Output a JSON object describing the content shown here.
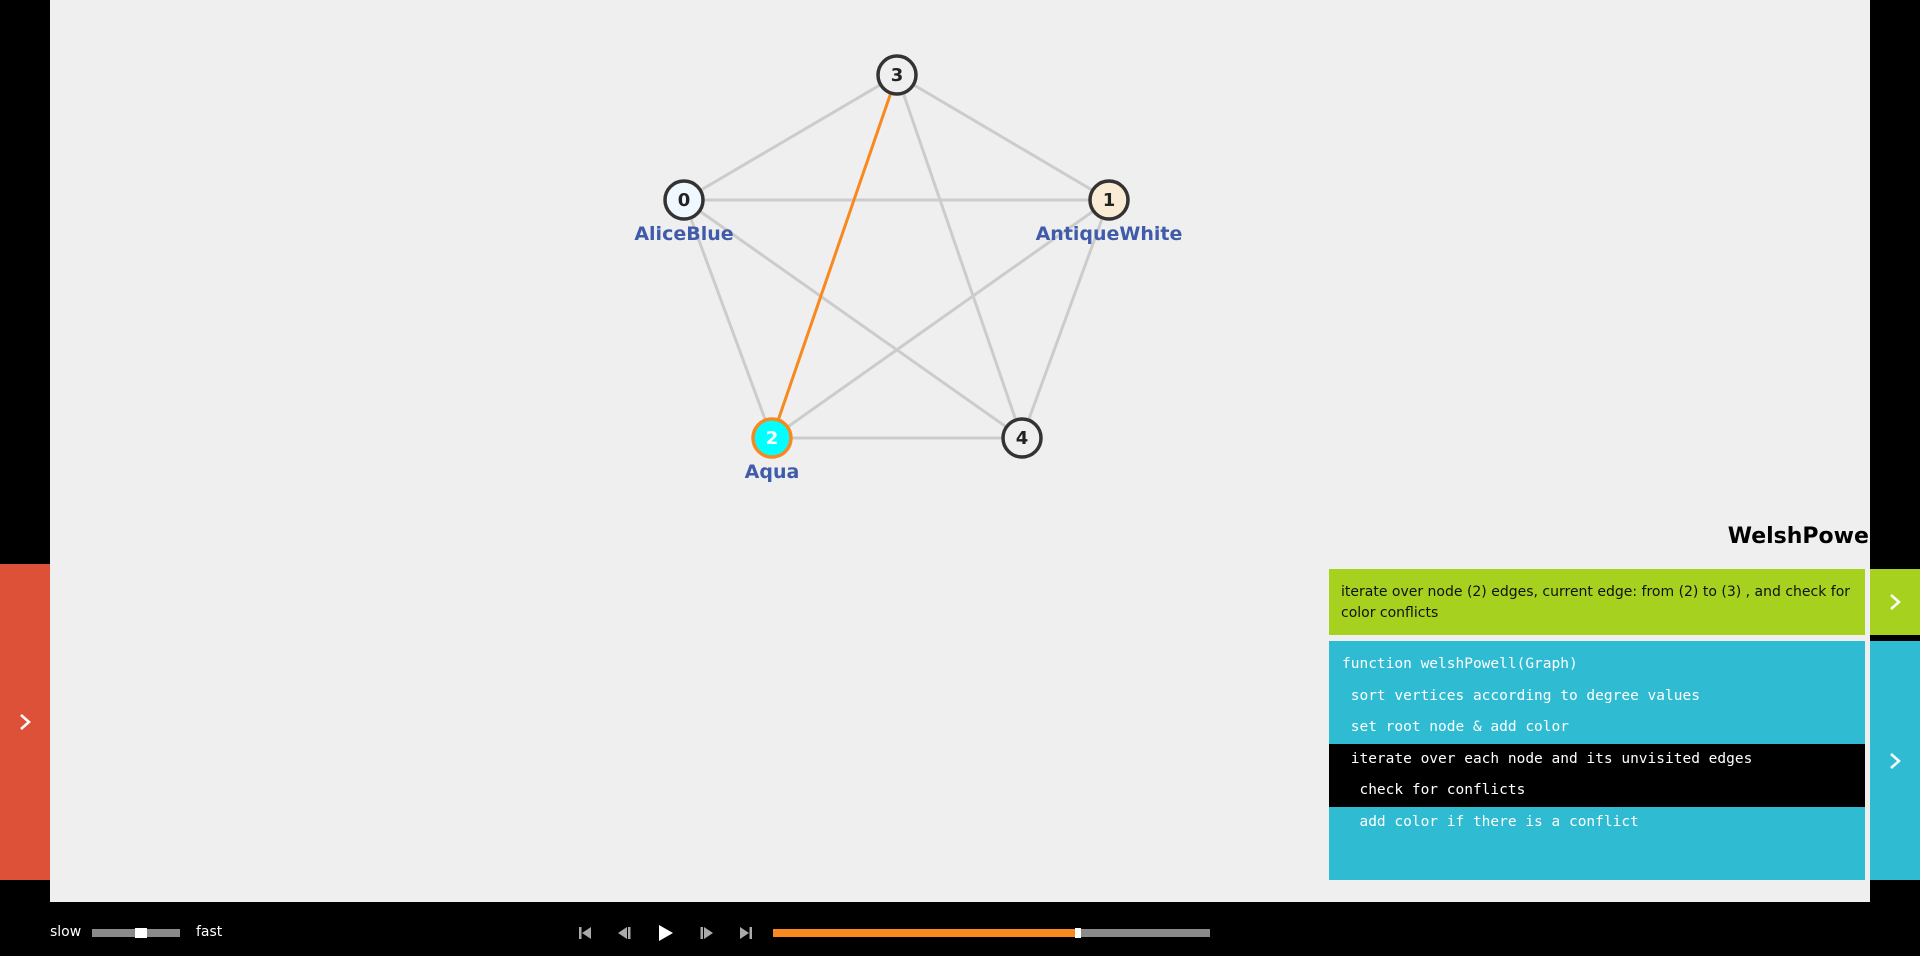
{
  "graph": {
    "nodes": [
      {
        "id": "0",
        "color_name": "AliceBlue",
        "fill": "#f0f8ff",
        "highlighted": false
      },
      {
        "id": "1",
        "color_name": "AntiqueWhite",
        "fill": "#faebd7",
        "highlighted": false
      },
      {
        "id": "2",
        "color_name": "Aqua",
        "fill": "#00ffff",
        "highlighted": true
      },
      {
        "id": "3",
        "color_name": "",
        "fill": "#efefef",
        "highlighted": false
      },
      {
        "id": "4",
        "color_name": "",
        "fill": "#efefef",
        "highlighted": false
      }
    ],
    "edges": [
      {
        "from": "0",
        "to": "1",
        "active": false
      },
      {
        "from": "0",
        "to": "3",
        "active": false
      },
      {
        "from": "0",
        "to": "2",
        "active": false
      },
      {
        "from": "0",
        "to": "4",
        "active": false
      },
      {
        "from": "1",
        "to": "3",
        "active": false
      },
      {
        "from": "1",
        "to": "2",
        "active": false
      },
      {
        "from": "1",
        "to": "4",
        "active": false
      },
      {
        "from": "2",
        "to": "3",
        "active": true
      },
      {
        "from": "2",
        "to": "4",
        "active": false
      },
      {
        "from": "3",
        "to": "4",
        "active": false
      }
    ]
  },
  "colors": {
    "edge": "#cccccc",
    "active_edge": "#f7891f",
    "node_border": "#333333",
    "label": "#3f5ba9",
    "status_bg": "#a6d11e",
    "code_bg": "#2fbbd2",
    "drawer_bg": "#de5139",
    "progress": "#f7891f"
  },
  "algorithm": {
    "title": "WelshPowell",
    "status": "iterate over node (2) edges, current edge: from (2) to (3) , and check for color conflicts",
    "code_lines": [
      {
        "text": "function welshPowell(Graph)",
        "active": false
      },
      {
        "text": " sort vertices according to degree values",
        "active": false
      },
      {
        "text": " set root node & add color",
        "active": false
      },
      {
        "text": " iterate over each node and its unvisited edges",
        "active": true
      },
      {
        "text": "  check for conflicts",
        "active": true
      },
      {
        "text": "  add color if there is a conflict",
        "active": false
      }
    ]
  },
  "controls": {
    "speed_slow_label": "slow",
    "speed_fast_label": "fast",
    "speed_value": 0.57,
    "progress_value": 0.69,
    "icons": {
      "drawer": "chevron-right-icon",
      "first": "skip-first-icon",
      "prev": "step-back-icon",
      "play": "play-icon",
      "next": "step-forward-icon",
      "last": "skip-last-icon"
    }
  }
}
